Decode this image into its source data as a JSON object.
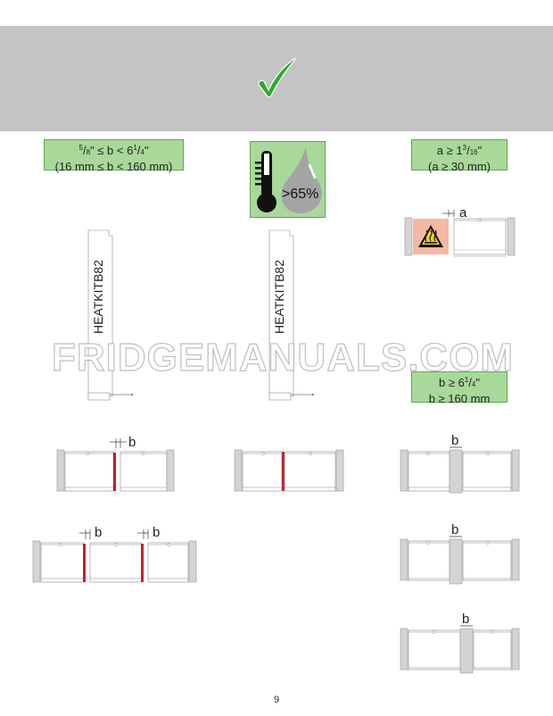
{
  "banner": {
    "icon": "checkmark-icon",
    "background": "#c4c4c4",
    "check_color": "#2fa832"
  },
  "column_left": {
    "condition_line1": "⅝\" ≤ b < 6¼\"",
    "condition_line1_parts": {
      "n1": "5",
      "d1": "8",
      "mid": "\" ≤ b < 6",
      "n2": "1",
      "d2": "4",
      "end": "\""
    },
    "condition_line2": "(16 mm ≤ b < 160 mm)",
    "kit_label": "HEATKITB82",
    "dimension_label": "b"
  },
  "column_middle": {
    "climate_icon": "thermometer-humidity-icon",
    "humidity_label": ">65%",
    "kit_label": "HEATKITB82"
  },
  "column_right": {
    "condition_a_line1_parts": {
      "pre": "a ≥ 1",
      "n": "3",
      "d": "16",
      "end": "\""
    },
    "condition_a_line2": "(a ≥ 30 mm)",
    "dimension_a_label": "a",
    "warning_icon": "hot-surface-warning-icon",
    "condition_b_line1_parts": {
      "pre": "b ≥ 6",
      "n": "1",
      "d": "4",
      "end": "\""
    },
    "condition_b_line2": "b ≥ 160 mm",
    "dimension_b_label": "b"
  },
  "colors": {
    "green_box": "#a8d89a",
    "green_border": "#5aaa4c",
    "heater_red": "#c0202a",
    "side_panel": "#d4d4d4",
    "warning_bg": "#f4b8a4",
    "warning_yellow": "#f6d21b"
  },
  "watermark": "FRIDGEMANUALS.COM",
  "page_number": "9"
}
